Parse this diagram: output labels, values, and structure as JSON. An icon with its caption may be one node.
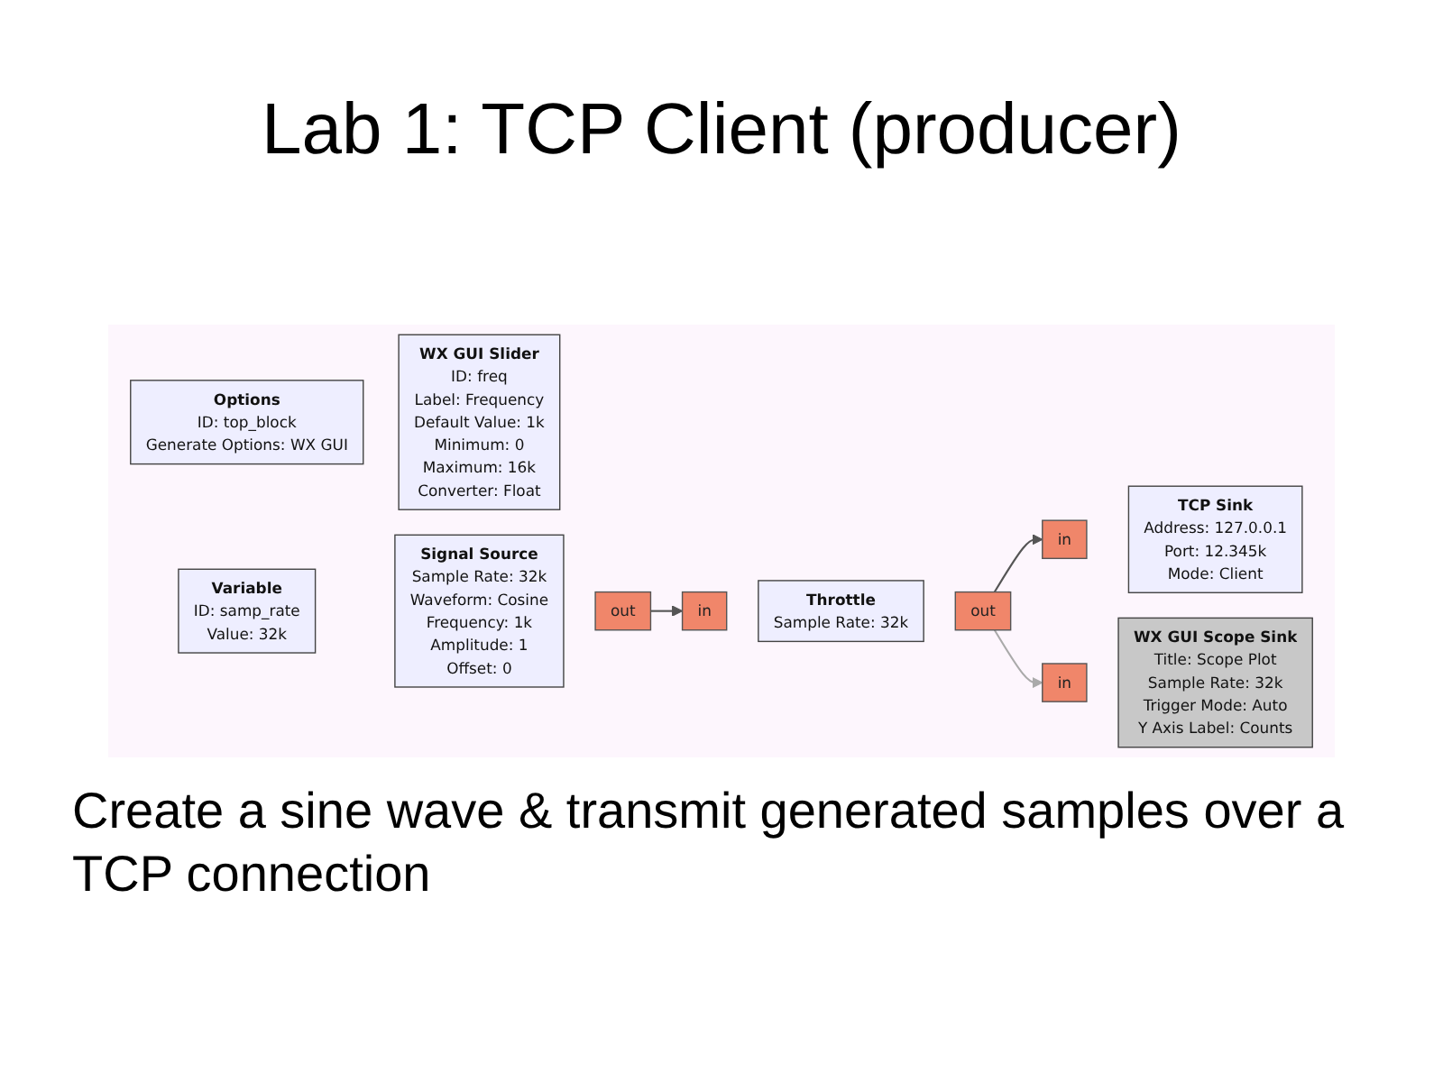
{
  "diagram": {
    "title": "Lab 1: TCP Client (producer)",
    "caption": "Create a sine wave & transmit generated samples over a TCP connection",
    "nodes": [
      {
        "text": [
          "Options",
          "ID: top_block",
          "Generate Options: WX GUI"
        ]
      },
      {
        "text": [
          "WX GUI Slider",
          "ID: freq",
          "Label: Frequency",
          "Default Value: 1k",
          "Minimum: 0",
          "Maximum: 16k",
          "Converter: Float"
        ]
      },
      {
        "text": [
          "Variable",
          "ID: samp_rate",
          "Value: 32k"
        ]
      },
      {
        "text": [
          "Signal Source",
          "Sample Rate: 32k",
          "Waveform: Cosine",
          "Frequency: 1k",
          "Amplitude: 1",
          "Offset: 0"
        ]
      },
      {
        "text": [
          "out"
        ]
      },
      {
        "text": [
          "in"
        ]
      },
      {
        "text": [
          "Throttle",
          "Sample Rate: 32k"
        ]
      },
      {
        "text": [
          "out"
        ]
      },
      {
        "text": [
          "in"
        ]
      },
      {
        "text": [
          "TCP Sink",
          "Address: 127.0.0.1",
          "Port: 12.345k",
          "Mode: Client"
        ]
      },
      {
        "text": [
          "in"
        ]
      },
      {
        "text": [
          "WX GUI Scope Sink",
          "Title: Scope Plot",
          "Sample Rate: 32k",
          "Trigger Mode: Auto",
          "Y Axis Label: Counts"
        ]
      }
    ],
    "edges": [
      {
        "from": 4,
        "to": 5,
        "arrow": "to"
      },
      {
        "from": 7,
        "to": 8,
        "arrow": "to"
      },
      {
        "from": 7,
        "to": 10,
        "arrow": "to",
        "color": "#aaaaaa"
      }
    ]
  }
}
